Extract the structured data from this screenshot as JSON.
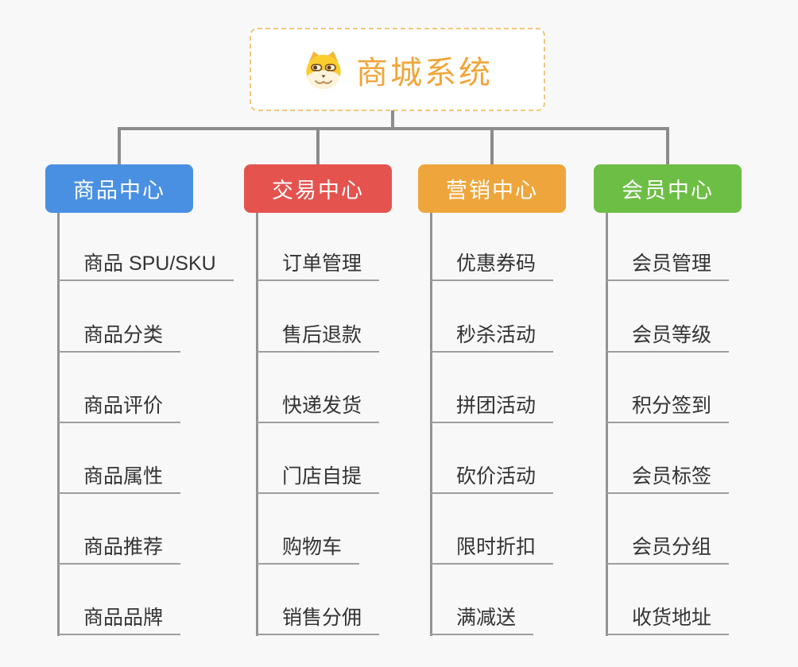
{
  "root": {
    "title": "商城系统",
    "icon": "dog-face-icon",
    "title_color": "#f0a63a",
    "border_color": "#f2c57e"
  },
  "branches": [
    {
      "label": "商品中心",
      "color": "#4a90e2",
      "items": [
        "商品 SPU/SKU",
        "商品分类",
        "商品评价",
        "商品属性",
        "商品推荐",
        "商品品牌"
      ]
    },
    {
      "label": "交易中心",
      "color": "#e5534f",
      "items": [
        "订单管理",
        "售后退款",
        "快递发货",
        "门店自提",
        "购物车",
        "销售分佣"
      ]
    },
    {
      "label": "营销中心",
      "color": "#eea63c",
      "items": [
        "优惠券码",
        "秒杀活动",
        "拼团活动",
        "砍价活动",
        "限时折扣",
        "满减送"
      ]
    },
    {
      "label": "会员中心",
      "color": "#6dbe45",
      "items": [
        "会员管理",
        "会员等级",
        "积分签到",
        "会员标签",
        "会员分组",
        "收货地址"
      ]
    }
  ],
  "colors": {
    "background": "#f8f8f8",
    "connector": "#8c8c8c",
    "spine": "#939393",
    "leaf_underline": "#9e9e9e",
    "leaf_text": "#333333"
  }
}
